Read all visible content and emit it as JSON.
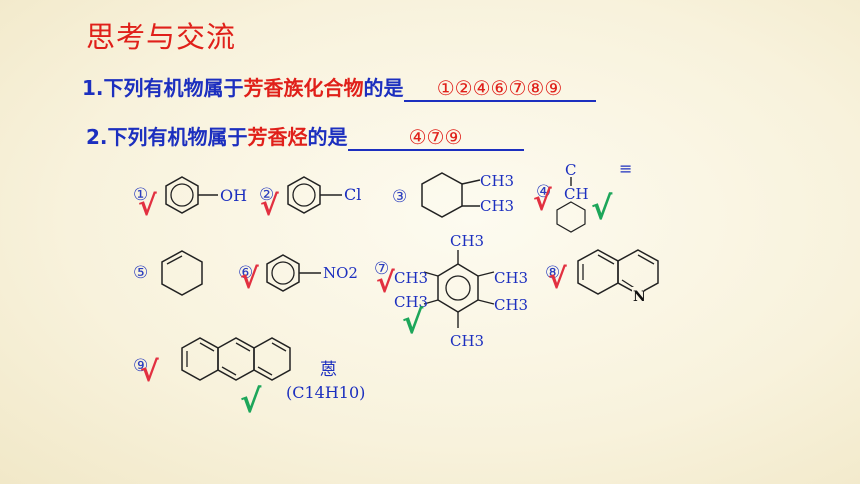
{
  "title": "思考与交流",
  "q1": {
    "prefix": "1.",
    "text_a": "下列有机物属于",
    "text_red": "芳香族化合物",
    "text_b": "的是",
    "answer": "①②④⑥⑦⑧⑨"
  },
  "q2": {
    "prefix": "2.",
    "text_a": "下列有机物属于",
    "text_red": "芳香烃",
    "text_b": "的是",
    "answer": "④⑦⑨"
  },
  "compounds": [
    {
      "num": "①",
      "label": "OH"
    },
    {
      "num": "②",
      "label": "Cl"
    },
    {
      "num": "③",
      "label_a": "CH3",
      "label_b": "CH3"
    },
    {
      "num": "④",
      "label_a": "C",
      "label_b": "CH",
      "label_c": "≡"
    },
    {
      "num": "⑤"
    },
    {
      "num": "⑥",
      "label": "NO2"
    },
    {
      "num": "⑦",
      "methyl": "CH3"
    },
    {
      "num": "⑧",
      "hetero": "N"
    },
    {
      "num": "⑨",
      "name": "蒽",
      "formula": "(C14H10)"
    }
  ],
  "marks": {
    "check": "√"
  }
}
